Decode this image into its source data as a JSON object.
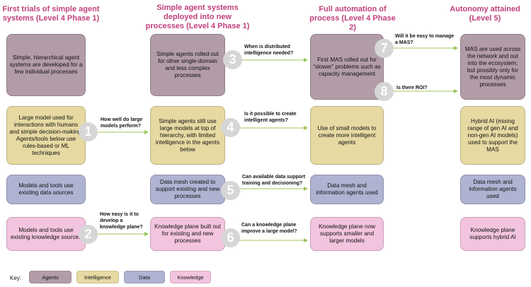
{
  "headers": {
    "col1": "First trials of simple agent systems (Level 4 Phase 1)",
    "col2": "Simple agent systems deployed into new processes (Level 4 Phase 1)",
    "col3": "Full automation of process (Level 4 Phase 2)",
    "col4": "Autonomy attained (Level 5)"
  },
  "rows": {
    "agents": {
      "c1": "Simple, hierarchical agent systems are developed for a few individual processes",
      "c2": "Simple agents rolled out for other single-domain and less complex processes",
      "c3": "First MAS rolled out for “slower” problems such as capacity management",
      "c4": "MAS are used across the network and out into the ecosystem; but possibly only for the most dynamic processes"
    },
    "intelligence": {
      "c1": "Large model used for interactions with humans and simple decision-making. Agents/tools below use rules-based or ML techniques",
      "c2": "Simple agents still use large models at top of hierarchy, with limited intelligence in the agents below",
      "c3": "Use of small models to create more intelligent agents",
      "c4": "Hybrid AI (mixing range of gen AI and non-gen AI models) used to support the MAS"
    },
    "data": {
      "c1": "Models and tools use existing data sources",
      "c2": "Data mesh created to support existing and new processes",
      "c3": "Data mesh and information agents used",
      "c4": "Data mesh and information agents used"
    },
    "knowledge": {
      "c1": "Models and tools use existing knowledge sources",
      "c2": "Knowledge plane built out for existing and new processes",
      "c3": "Knowledge plane now supports smaller and larger models",
      "c4": "Knowledge plane supports hybrid AI"
    }
  },
  "questions": {
    "q1": {
      "num": "1",
      "text": "How well do large models perform?"
    },
    "q2": {
      "num": "2",
      "text": "How easy is it to develop a knowledge plane?"
    },
    "q3": {
      "num": "3",
      "text": "When is distributed intelligence needed?"
    },
    "q4": {
      "num": "4",
      "text": "Is it possible to create intelligent agents?"
    },
    "q5": {
      "num": "5",
      "text": "Can available data support training and decisioning?"
    },
    "q6": {
      "num": "6",
      "text": "Can a knowledge plane improve a large model?"
    },
    "q7": {
      "num": "7",
      "text": "Will it be easy to manage a MAS?"
    },
    "q8": {
      "num": "8",
      "text": "Is there ROI?"
    }
  },
  "key": {
    "label": "Key:",
    "agents": "Agents",
    "intelligence": "Intelligence",
    "data": "Data",
    "knowledge": "Knowledge"
  },
  "colors": {
    "agents": "#b19ca8",
    "intelligence": "#e6d9a2",
    "data": "#afb3d2",
    "knowledge": "#f3c4df",
    "header": "#c0407a",
    "arrow": "#9cc45a",
    "circle": "#d6d6d6"
  }
}
